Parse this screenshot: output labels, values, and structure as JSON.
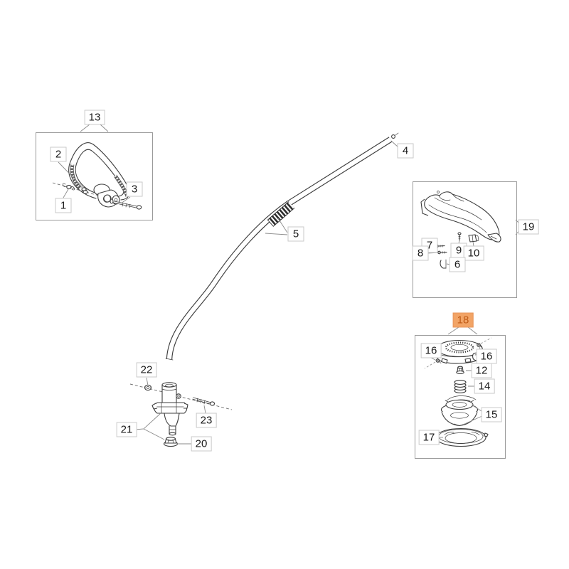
{
  "palette": {
    "background": "#ffffff",
    "line_color": "#3d3d3d",
    "leader_color": "#8a8a8a",
    "label_bg": "#ffffff",
    "label_border": "#c9c9c9",
    "label_text": "#1a1a1a",
    "group_border": "#9a9a9a",
    "highlight_bg": "#f2a466",
    "highlight_border": "#e8965a",
    "highlight_text": "#bf5a15"
  },
  "highlighted_callout": "18",
  "callouts": {
    "c1": "1",
    "c2": "2",
    "c3": "3",
    "c4": "4",
    "c5": "5",
    "c6": "6",
    "c7": "7",
    "c8": "8",
    "c9": "9",
    "c10": "10",
    "c12": "12",
    "c13": "13",
    "c14": "14",
    "c15": "15",
    "c16a": "16",
    "c16b": "16",
    "c17": "17",
    "c18": "18",
    "c19": "19",
    "c20": "20",
    "c21": "21",
    "c22": "22",
    "c23": "23"
  }
}
